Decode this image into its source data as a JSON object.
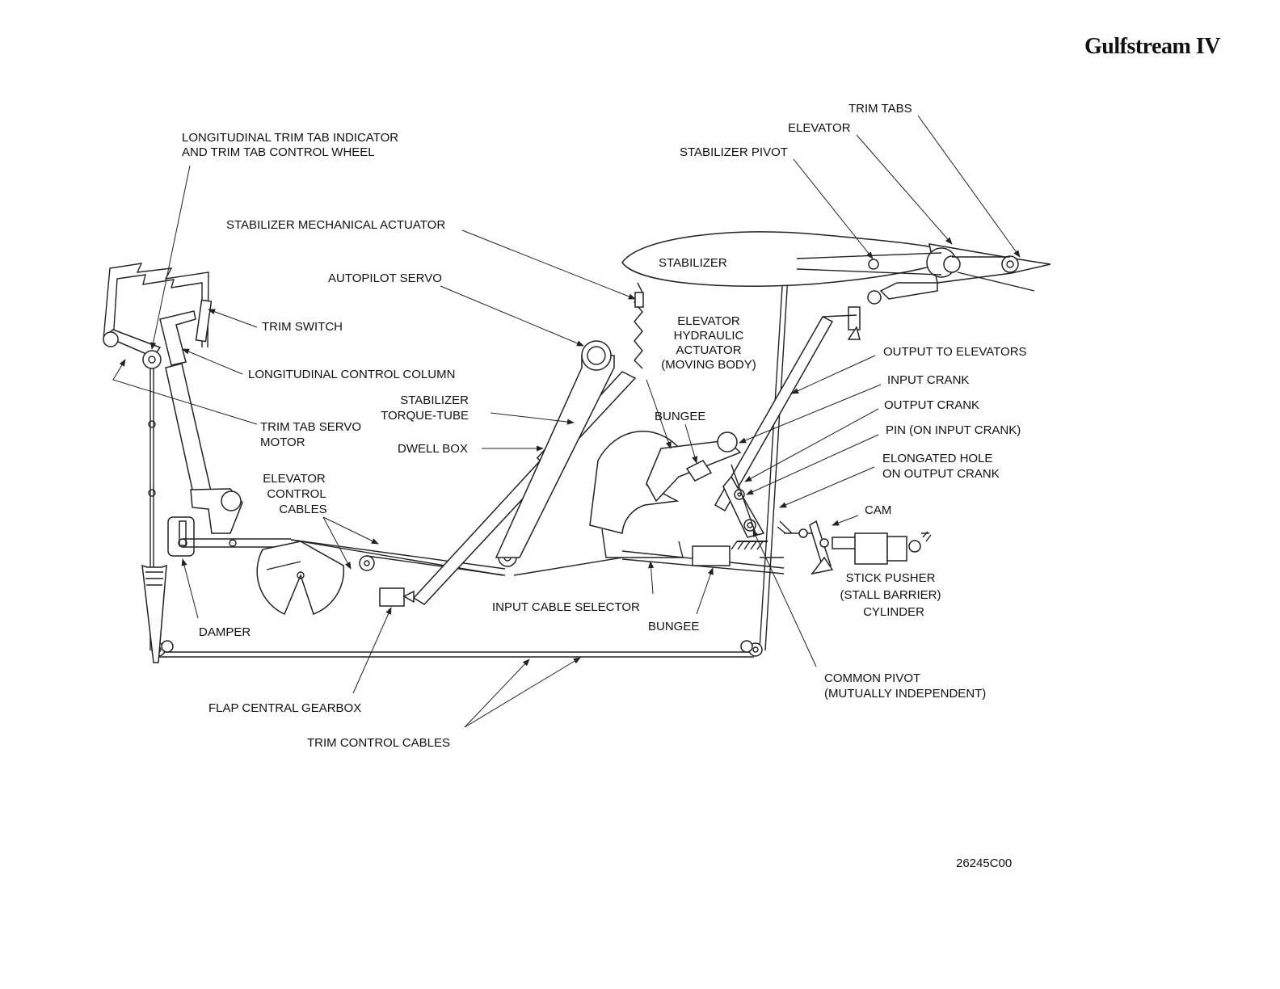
{
  "brand": "Gulfstream IV",
  "figure_id": "26245C00",
  "labels": {
    "trim_tabs": "TRIM TABS",
    "elevator": "ELEVATOR",
    "stabilizer_pivot": "STABILIZER PIVOT",
    "long_trim_indicator_1": "LONGITUDINAL TRIM TAB INDICATOR",
    "long_trim_indicator_2": "AND TRIM TAB CONTROL WHEEL",
    "stab_mech_actuator": "STABILIZER MECHANICAL ACTUATOR",
    "stabilizer": "STABILIZER",
    "autopilot_servo": "AUTOPILOT SERVO",
    "elev_hyd_1": "ELEVATOR",
    "elev_hyd_2": "HYDRAULIC",
    "elev_hyd_3": "ACTUATOR",
    "elev_hyd_4": "(MOVING BODY)",
    "trim_switch": "TRIM SWITCH",
    "long_control_column": "LONGITUDINAL CONTROL COLUMN",
    "output_to_elevators": "OUTPUT TO ELEVATORS",
    "input_crank": "INPUT CRANK",
    "output_crank": "OUTPUT CRANK",
    "pin_on_input_crank": "PIN (ON INPUT CRANK)",
    "elongated_hole_1": "ELONGATED HOLE",
    "elongated_hole_2": "ON OUTPUT CRANK",
    "stab_torque_tube_1": "STABILIZER",
    "stab_torque_tube_2": "TORQUE-TUBE",
    "bungee_upper": "BUNGEE",
    "trim_tab_servo_1": "TRIM TAB SERVO",
    "trim_tab_servo_2": "MOTOR",
    "dwell_box": "DWELL BOX",
    "elev_cables_1": "ELEVATOR",
    "elev_cables_2": "CONTROL",
    "elev_cables_3": "CABLES",
    "cam": "CAM",
    "stick_pusher_1": "STICK PUSHER",
    "stick_pusher_2": "(STALL BARRIER)",
    "stick_pusher_3": "CYLINDER",
    "input_cable_selector": "INPUT CABLE SELECTOR",
    "bungee_lower": "BUNGEE",
    "damper": "DAMPER",
    "common_pivot_1": "COMMON PIVOT",
    "common_pivot_2": "(MUTUALLY INDEPENDENT)",
    "flap_gearbox": "FLAP CENTRAL GEARBOX",
    "trim_control_cables": "TRIM CONTROL CABLES"
  }
}
